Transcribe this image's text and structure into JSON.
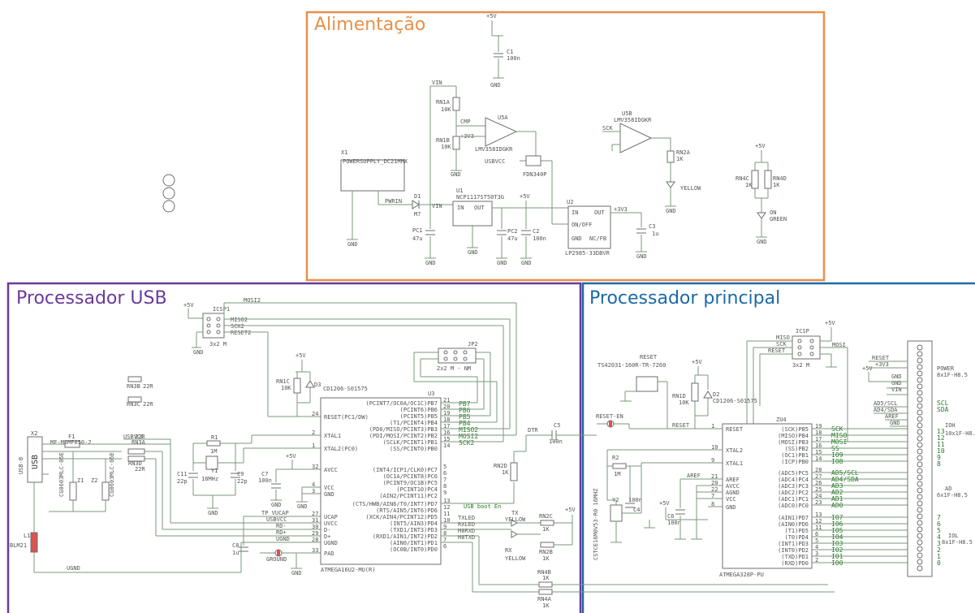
{
  "frames": {
    "power": {
      "title": "Alimentação",
      "color": "#e8904a"
    },
    "usb": {
      "title": "Processador USB",
      "color": "#6a3a9a"
    },
    "main": {
      "title": "Processador principal",
      "color": "#1a6aa8"
    }
  },
  "power": {
    "supply_5v": "+5V",
    "c1": "C1",
    "c1_val": "100n",
    "vin": "VIN",
    "rn1a": "RN1A",
    "rn1a_val": "10K",
    "rn1b": "RN1B",
    "rn1b_val": "10K",
    "cmp": "CMP",
    "v3u3": "+3V3",
    "u5a": "U5A",
    "u5a_part": "LMV358IDGKR",
    "usbvcc": "USBVCC",
    "fet": "FDN340P",
    "x1": "X1",
    "x1_part": "POWERSUPPLY_DC21MMX",
    "pwrin": "PWRIN",
    "d1": "D1",
    "d1_val": "M7",
    "u1": "U1",
    "u1_part": "NCP1117ST50T3G",
    "u1_in": "IN",
    "u1_out": "OUT",
    "pc1": "PC1",
    "pc1_val": "47u",
    "pc2": "PC2",
    "pc2_val": "47u",
    "c2": "C2",
    "c2_val": "100n",
    "u2": "U2",
    "u2_part": "LP2985-33DBVR",
    "u2_in": "IN",
    "u2_out": "OUT",
    "u2_onoff": "ON/OFF",
    "u2_gnd": "GND",
    "u2_nc": "NC/FB",
    "c3": "C3",
    "c3_val": "1u",
    "u5b": "U5B",
    "u5b_part": "LMV358IDGKR",
    "sck": "SCK",
    "rn2a": "RN2A",
    "rn2a_val": "1K",
    "yellow": "YELLOW",
    "rn4c": "RN4C",
    "rn4c_val": "1K",
    "rn4d": "RN4D",
    "rn4d_val": "1K",
    "on": "ON",
    "green": "GREEN",
    "gnd": "GND"
  },
  "usb": {
    "mosi2": "MOSI2",
    "miso2": "MISO2",
    "sck2": "SCK2",
    "reset2": "RESET2",
    "icsp1": "ICSP1",
    "icsp1_val": "3x2 M",
    "plus5v": "+5V",
    "rn1c": "RN1C",
    "rn1c_val": "10K",
    "d3": "D3",
    "d3_part": "CD1206-S01575",
    "jp2": "JP2",
    "jp2_val": "2x2 M - NM",
    "pb7": "PB7",
    "pb6": "PB6",
    "pb5": "PB5",
    "pb4": "PB4",
    "rn3b": "RN3B",
    "rn3b_val": "22R",
    "rn3c": "RN3C",
    "rn3c_val": "22R",
    "x2": "X2",
    "usb_b": "USB-B",
    "usb_label": "USB",
    "f1": "F1",
    "f1_part": "MF-MSMF050-2",
    "usbvcc": "USBVCC",
    "rn3a": "RN3A",
    "rn3a_val": "22R",
    "rn3d": "RN3D",
    "rn3d_val": "22R",
    "z1": "Z1",
    "z2": "Z2",
    "z1_part": "CG0603MLC-05E",
    "z2_part": "CG0603MLC-05E",
    "r1": "R1",
    "r1_val": "1M",
    "y1": "Y1",
    "y1_val": "16MHz",
    "c11": "C11",
    "c11_val": "22p",
    "c9": "C9",
    "c9_val": "22p",
    "c7": "C7",
    "c7_val": "100n",
    "c8": "C8",
    "c8_val": "1u",
    "l1": "L1",
    "l1_val": "BLM21",
    "ground": "GROUND",
    "ugnd": "UGND",
    "tp_vucap": "TP_VUCAP",
    "usbvcc2": "USBVCC",
    "rd_minus": "RD-",
    "rd_plus": "RD+",
    "ugnd2": "UGND",
    "u3": "U3",
    "u3_part": "ATMEGA16U2-MU(R)",
    "usb_boot": "USB boot En",
    "rn2d": "RN2D",
    "rn2d_val": "1K",
    "dtr": "DTR",
    "c5": "C5",
    "c5_val": "100n",
    "txled": "TXLED",
    "rxled": "RXLED",
    "m8rxd": "M8RXD",
    "m8txd": "M8TXD",
    "tx": "TX",
    "rx": "RX",
    "yellow": "YELLOW",
    "rn2c": "RN2C",
    "rn2c_val": "1K",
    "rn2b": "RN2B",
    "rn2b_val": "1K",
    "rn4b": "RN4B",
    "rn4b_val": "1K",
    "rn4a": "RN4A",
    "rn4a_val": "1K",
    "gnd": "GND",
    "u3_left_pins": [
      {
        "num": "24",
        "name": "RESET(PC1/DW)"
      },
      {
        "num": "2",
        "name": "XTAL1"
      },
      {
        "num": "1",
        "name": "XTAL2(PC0)"
      },
      {
        "num": "32",
        "name": "AVCC"
      },
      {
        "num": "4",
        "name": "VCC"
      },
      {
        "num": "3",
        "name": "GND"
      },
      {
        "num": "27",
        "name": "UCAP"
      },
      {
        "num": "31",
        "name": "UVCC"
      },
      {
        "num": "30",
        "name": "D-"
      },
      {
        "num": "29",
        "name": "D+"
      },
      {
        "num": "28",
        "name": "UGND"
      },
      {
        "num": "33",
        "name": "PAD"
      }
    ],
    "u3_right_pins": [
      {
        "num": "21",
        "name": "(PCINT7/OC0A/OC1C)PB7"
      },
      {
        "num": "20",
        "name": "(PCINT6)PB6"
      },
      {
        "num": "19",
        "name": "(PCINT5)PB5"
      },
      {
        "num": "18",
        "name": "(T1/PCINT4)PB4"
      },
      {
        "num": "17",
        "name": "(PD0/MISO/PCINT3)PB3"
      },
      {
        "num": "16",
        "name": "(PDI/MOSI/PCINT2)PB2"
      },
      {
        "num": "15",
        "name": "(SCLK/PCINT1)PB1"
      },
      {
        "num": "14",
        "name": "(SS/PCINT0)PB0"
      },
      {
        "num": "5",
        "name": "(INT4/ICP1/CLK0)PC7"
      },
      {
        "num": "6",
        "name": "(OC1A/PCINT8)PC6"
      },
      {
        "num": "7",
        "name": "(PCINT9/OC1B)PC5"
      },
      {
        "num": "8",
        "name": "(PCINT10)PC4"
      },
      {
        "num": "9",
        "name": "(AIN2/PCINT11)PC2"
      },
      {
        "num": "13",
        "name": "(CTS/HWB/AIN6/T0/INT7)PD7"
      },
      {
        "num": "12",
        "name": "(RTS/AIN5/INT6)PD6"
      },
      {
        "num": "11",
        "name": "(XCK/AIN4/PCINT12)PD5"
      },
      {
        "num": "10",
        "name": "(INT5/AIN3)PD4"
      },
      {
        "num": "9",
        "name": "(TXD1/INT3)PD3"
      },
      {
        "num": "8",
        "name": "(RXD1/AIN1/INT2)PD2"
      },
      {
        "num": "7",
        "name": "(AIN0/INT1)PD1"
      },
      {
        "num": "6",
        "name": "(OC0B/INT0)PD0"
      }
    ],
    "u3_right_nets": [
      "PB7",
      "PB6",
      "PB5",
      "PB4",
      "MISO2",
      "MOSI2",
      "SCK2"
    ]
  },
  "main": {
    "reset": "RESET",
    "reset_part": "TS42031-160R-TR-7260",
    "reset_en": "RESET-EN",
    "plus5v": "+5V",
    "rn1d": "RN1D",
    "rn1d_val": "10K",
    "d2": "D2",
    "d2_part": "CD1206-S01575",
    "icsp": "ICSP",
    "icsp_val": "3x2 M",
    "miso": "MISO",
    "sck": "SCK",
    "mosi": "MOSI",
    "r2": "R2",
    "r2_val": "1M",
    "y2": "Y2",
    "y2_part": "CSTCE16M0V53-R0 16MHZ",
    "c4": "C4",
    "c4_val": "100n",
    "c6": "C6",
    "c6_val": "100n",
    "aref": "AREF",
    "zu4": "ZU4",
    "zu4_part": "ATMEGA328P-PU",
    "zu4_left_pins": [
      {
        "num": "1",
        "name": "RESET"
      },
      {
        "num": "10",
        "name": "XTAL2"
      },
      {
        "num": "9",
        "name": "XTAL1"
      },
      {
        "num": "21",
        "name": "AREF"
      },
      {
        "num": "20",
        "name": "AVCC"
      },
      {
        "num": "22",
        "name": "AGND"
      },
      {
        "num": "7",
        "name": "VCC"
      },
      {
        "num": "8",
        "name": "GND"
      }
    ],
    "zu4_right_pins": [
      {
        "num": "19",
        "name": "(SCK)PB5",
        "net": "SCK"
      },
      {
        "num": "18",
        "name": "(MISO)PB4",
        "net": "MISO"
      },
      {
        "num": "17",
        "name": "(MOSI)PB3",
        "net": "MOSI"
      },
      {
        "num": "16",
        "name": "(SS)PB2",
        "net": "SS"
      },
      {
        "num": "15",
        "name": "(OC1)PB1",
        "net": "IO9"
      },
      {
        "num": "14",
        "name": "(ICP)PB0",
        "net": "IO8"
      },
      {
        "num": "28",
        "name": "(ADC5)PC5",
        "net": "AD5/SCL"
      },
      {
        "num": "27",
        "name": "(ADC4)PC4",
        "net": "AD4/SDA"
      },
      {
        "num": "26",
        "name": "(ADC3)PC3",
        "net": "AD3"
      },
      {
        "num": "25",
        "name": "(ADC2)PC2",
        "net": "AD2"
      },
      {
        "num": "24",
        "name": "(ADC1)PC1",
        "net": "AD1"
      },
      {
        "num": "23",
        "name": "(ADC0)PC0",
        "net": "AD0"
      },
      {
        "num": "13",
        "name": "(AIN1)PD7",
        "net": "IO7"
      },
      {
        "num": "12",
        "name": "(AIN0)PD6",
        "net": "IO6"
      },
      {
        "num": "11",
        "name": "(T1)PD5",
        "net": "IO5"
      },
      {
        "num": "6",
        "name": "(T0)PD4",
        "net": "IO4"
      },
      {
        "num": "5",
        "name": "(INT1)PD3",
        "net": "IO3"
      },
      {
        "num": "4",
        "name": "(INT0)PD2",
        "net": "IO2"
      },
      {
        "num": "3",
        "name": "(TXD)PD1",
        "net": "IO1"
      },
      {
        "num": "2",
        "name": "(RXD)PD0",
        "net": "IO0"
      }
    ],
    "power_header": {
      "name": "POWER",
      "part": "8x1F-H8.5",
      "pins": [
        "RESET",
        "+3V3",
        "+5V",
        "GND",
        "GND",
        "VIN"
      ]
    },
    "ioh_header": {
      "name": "IOH",
      "part": "10x1F-H8.5",
      "pins": [
        "SCL",
        "SDA",
        "AREF",
        "GND",
        "13",
        "12",
        "11",
        "10",
        "9",
        "8"
      ],
      "nets": [
        "AD5/SCL",
        "AD4/SDA",
        "AREF",
        "GND"
      ]
    },
    "ad_header": {
      "name": "AD",
      "part": "6x1F-H8.5"
    },
    "iol_header": {
      "name": "IOL",
      "part": "8x1F-H8.5",
      "pins": [
        "7",
        "6",
        "5",
        "4",
        "3",
        "2",
        "1",
        "0"
      ]
    }
  }
}
